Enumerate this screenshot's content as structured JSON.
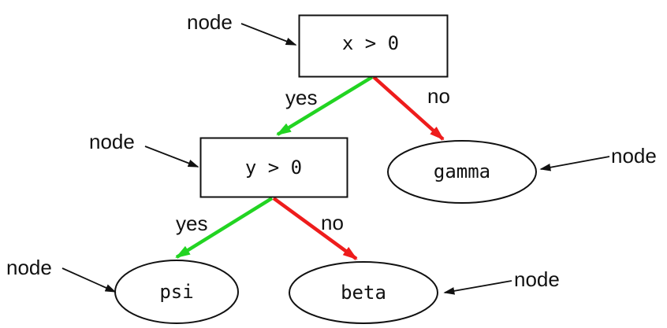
{
  "diagram": {
    "type": "decision-tree",
    "nodes": [
      {
        "id": "root",
        "shape": "box",
        "label": "x > 0"
      },
      {
        "id": "child",
        "shape": "box",
        "label": "y > 0"
      },
      {
        "id": "gamma",
        "shape": "ellipse",
        "label": "gamma"
      },
      {
        "id": "psi",
        "shape": "ellipse",
        "label": "psi"
      },
      {
        "id": "beta",
        "shape": "ellipse",
        "label": "beta"
      }
    ],
    "edges": [
      {
        "from": "root",
        "to": "child",
        "label": "yes",
        "color_key": "yes"
      },
      {
        "from": "root",
        "to": "gamma",
        "label": "no",
        "color_key": "no"
      },
      {
        "from": "child",
        "to": "psi",
        "label": "yes",
        "color_key": "yes"
      },
      {
        "from": "child",
        "to": "beta",
        "label": "no",
        "color_key": "no"
      }
    ],
    "annotations": [
      {
        "label": "node",
        "target": "root"
      },
      {
        "label": "node",
        "target": "child"
      },
      {
        "label": "node",
        "target": "gamma"
      },
      {
        "label": "node",
        "target": "psi"
      },
      {
        "label": "node",
        "target": "beta"
      }
    ]
  },
  "colors": {
    "yes_edge": "#22d422",
    "no_edge": "#ee1c1c",
    "annotation": "#111111",
    "node_stroke": "#111111",
    "text": "#111111",
    "background": "#ffffff"
  }
}
